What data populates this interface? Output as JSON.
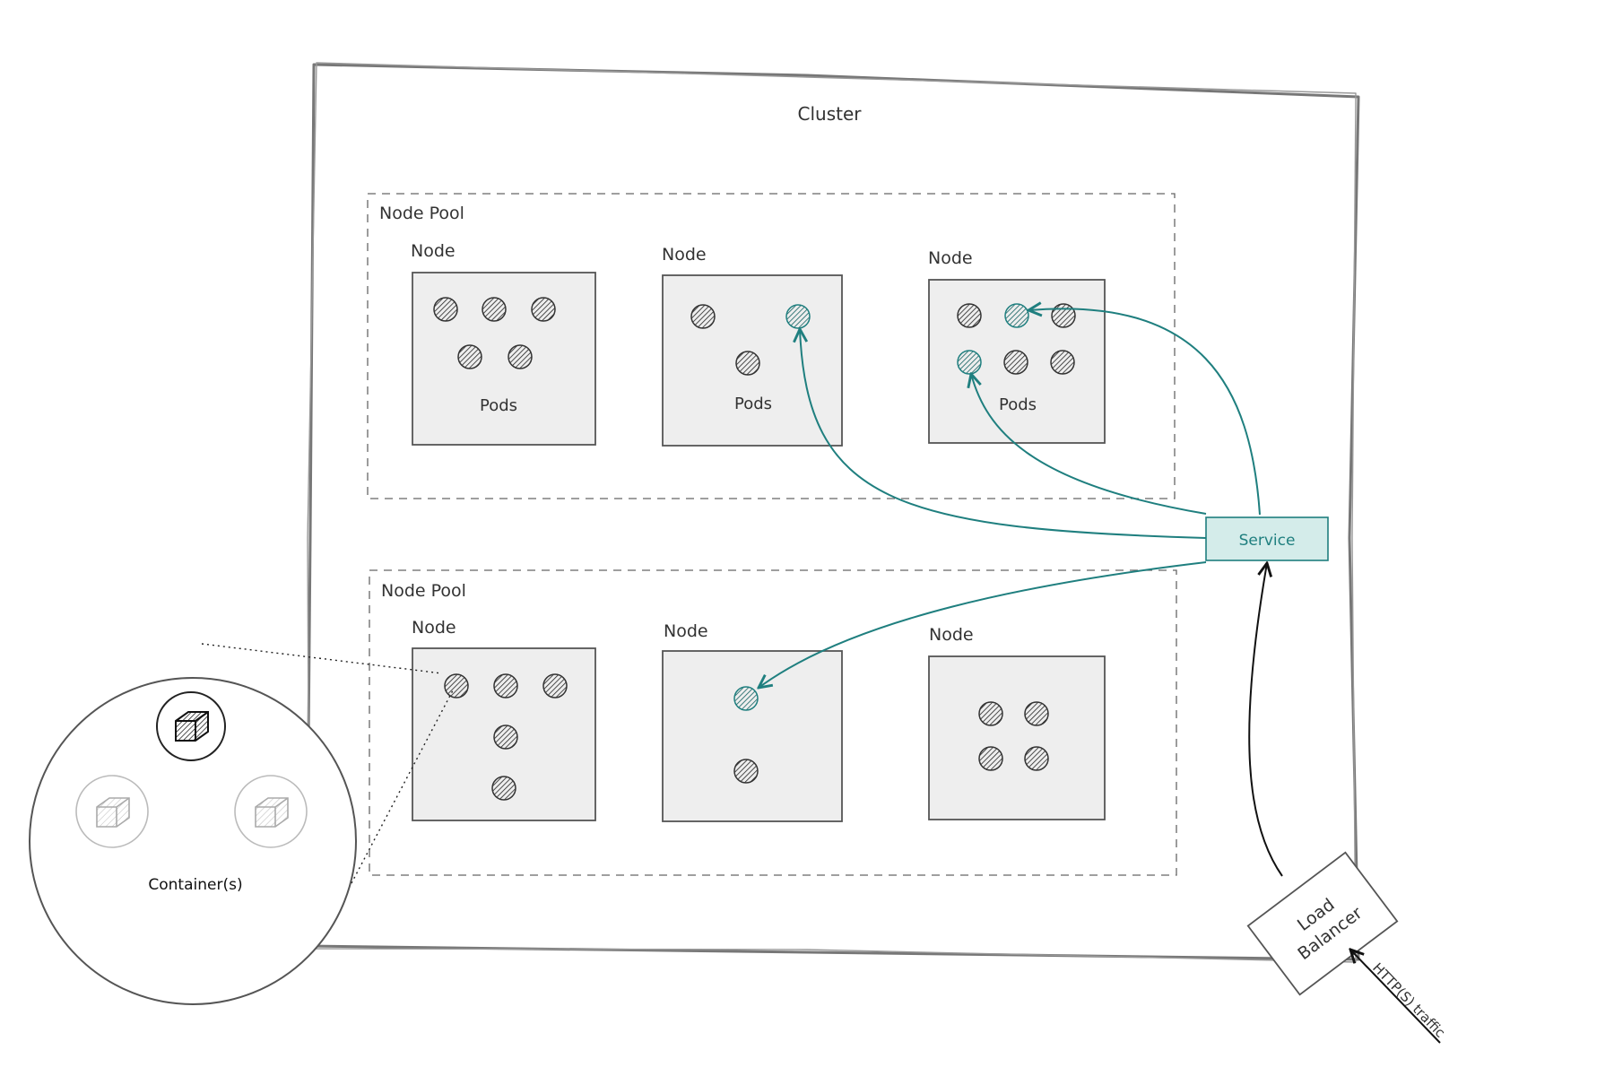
{
  "cluster": {
    "label": "Cluster"
  },
  "node_pools": [
    {
      "label": "Node Pool",
      "nodes": [
        {
          "label": "Node",
          "pods_label": "Pods",
          "pods_total": 5,
          "service_pods": 0
        },
        {
          "label": "Node",
          "pods_label": "Pods",
          "pods_total": 3,
          "service_pods": 1
        },
        {
          "label": "Node",
          "pods_label": "Pods",
          "pods_total": 6,
          "service_pods": 2
        }
      ]
    },
    {
      "label": "Node Pool",
      "nodes": [
        {
          "label": "Node",
          "pods_label": "",
          "pods_total": 5,
          "service_pods": 0
        },
        {
          "label": "Node",
          "pods_label": "",
          "pods_total": 2,
          "service_pods": 1
        },
        {
          "label": "Node",
          "pods_label": "",
          "pods_total": 4,
          "service_pods": 0
        }
      ]
    }
  ],
  "service": {
    "label": "Service"
  },
  "load_balancer": {
    "label_line1": "Load",
    "label_line2": "Balancer"
  },
  "traffic": {
    "label": "HTTP(S) traffic"
  },
  "container_detail": {
    "label": "Container(s)"
  },
  "colors": {
    "accent": "#1f7f7f",
    "service_fill": "#d4ecea",
    "pod": "#444444",
    "node_fill": "#eeeeee",
    "outline": "#555555"
  },
  "icons": [
    "container-icon",
    "pod-icon"
  ]
}
